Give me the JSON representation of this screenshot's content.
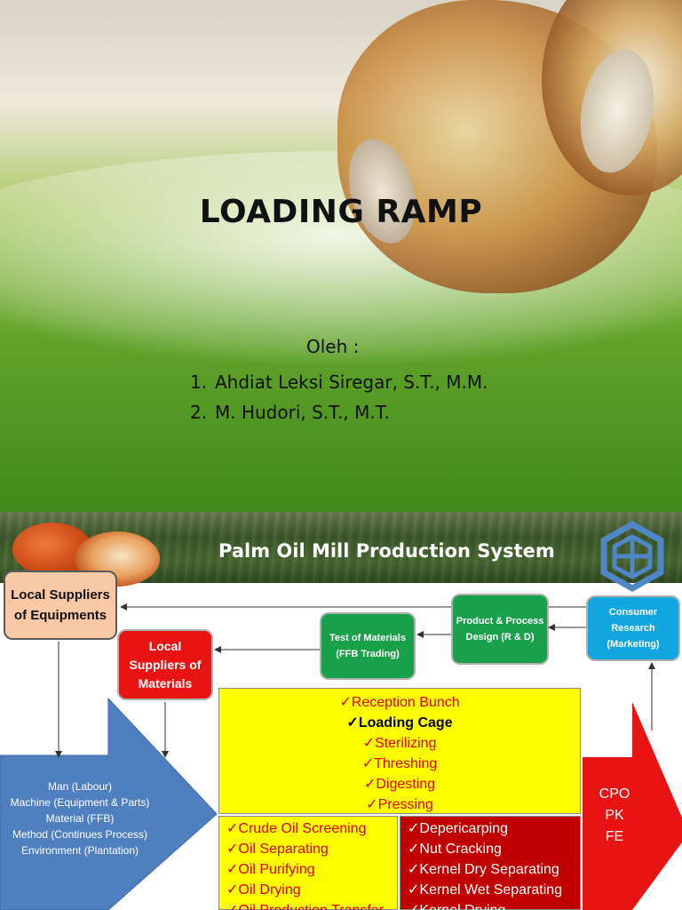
{
  "slide1": {
    "title": "LOADING RAMP",
    "byline": "Oleh :",
    "authors": [
      {
        "num": "1.",
        "name": "Ahdiat Leksi Siregar, S.T., M.M."
      },
      {
        "num": "2.",
        "name": "M. Hudori, S.T., M.T."
      }
    ]
  },
  "slide2": {
    "title": "Palm Oil Mill Production System",
    "boxes": {
      "local_equipments": "Local Suppliers of Equipments",
      "local_materials": "Local Suppliers of Materials",
      "test_materials": "Test of Materials (FFB Trading)",
      "product_design": "Product & Process Design (R & D)",
      "consumer_research": "Consumer Research (Marketing)"
    },
    "process_steps": [
      "✓Reception Bunch",
      "✓Loading Cage",
      "✓Sterilizing",
      "✓Threshing",
      "✓Digesting",
      "✓Pressing"
    ],
    "oil_steps": [
      "✓Crude Oil Screening",
      "✓Oil Separating",
      "✓Oil Purifying",
      "✓Oil Drying",
      "✓Oil Production Transfer"
    ],
    "kernel_steps": [
      "✓Depericarping",
      "✓Nut Cracking",
      "✓Kernel Dry Separating",
      "✓Kernel Wet Separating",
      "✓Kernel Drying"
    ],
    "inputs": [
      "Man (Labour)",
      "Machine (Equipment & Parts)",
      "Material (FFB)",
      "Method (Continues Process)",
      "Environment (Plantation)"
    ],
    "outputs": [
      "CPO",
      "PK",
      "FE"
    ]
  },
  "colors": {
    "yellow": "#ffff00",
    "red": "#e81414",
    "green": "#19a04a",
    "blue": "#12a6e0",
    "peach": "#f9c9a6",
    "arrow_blue": "#4f7fbf"
  }
}
